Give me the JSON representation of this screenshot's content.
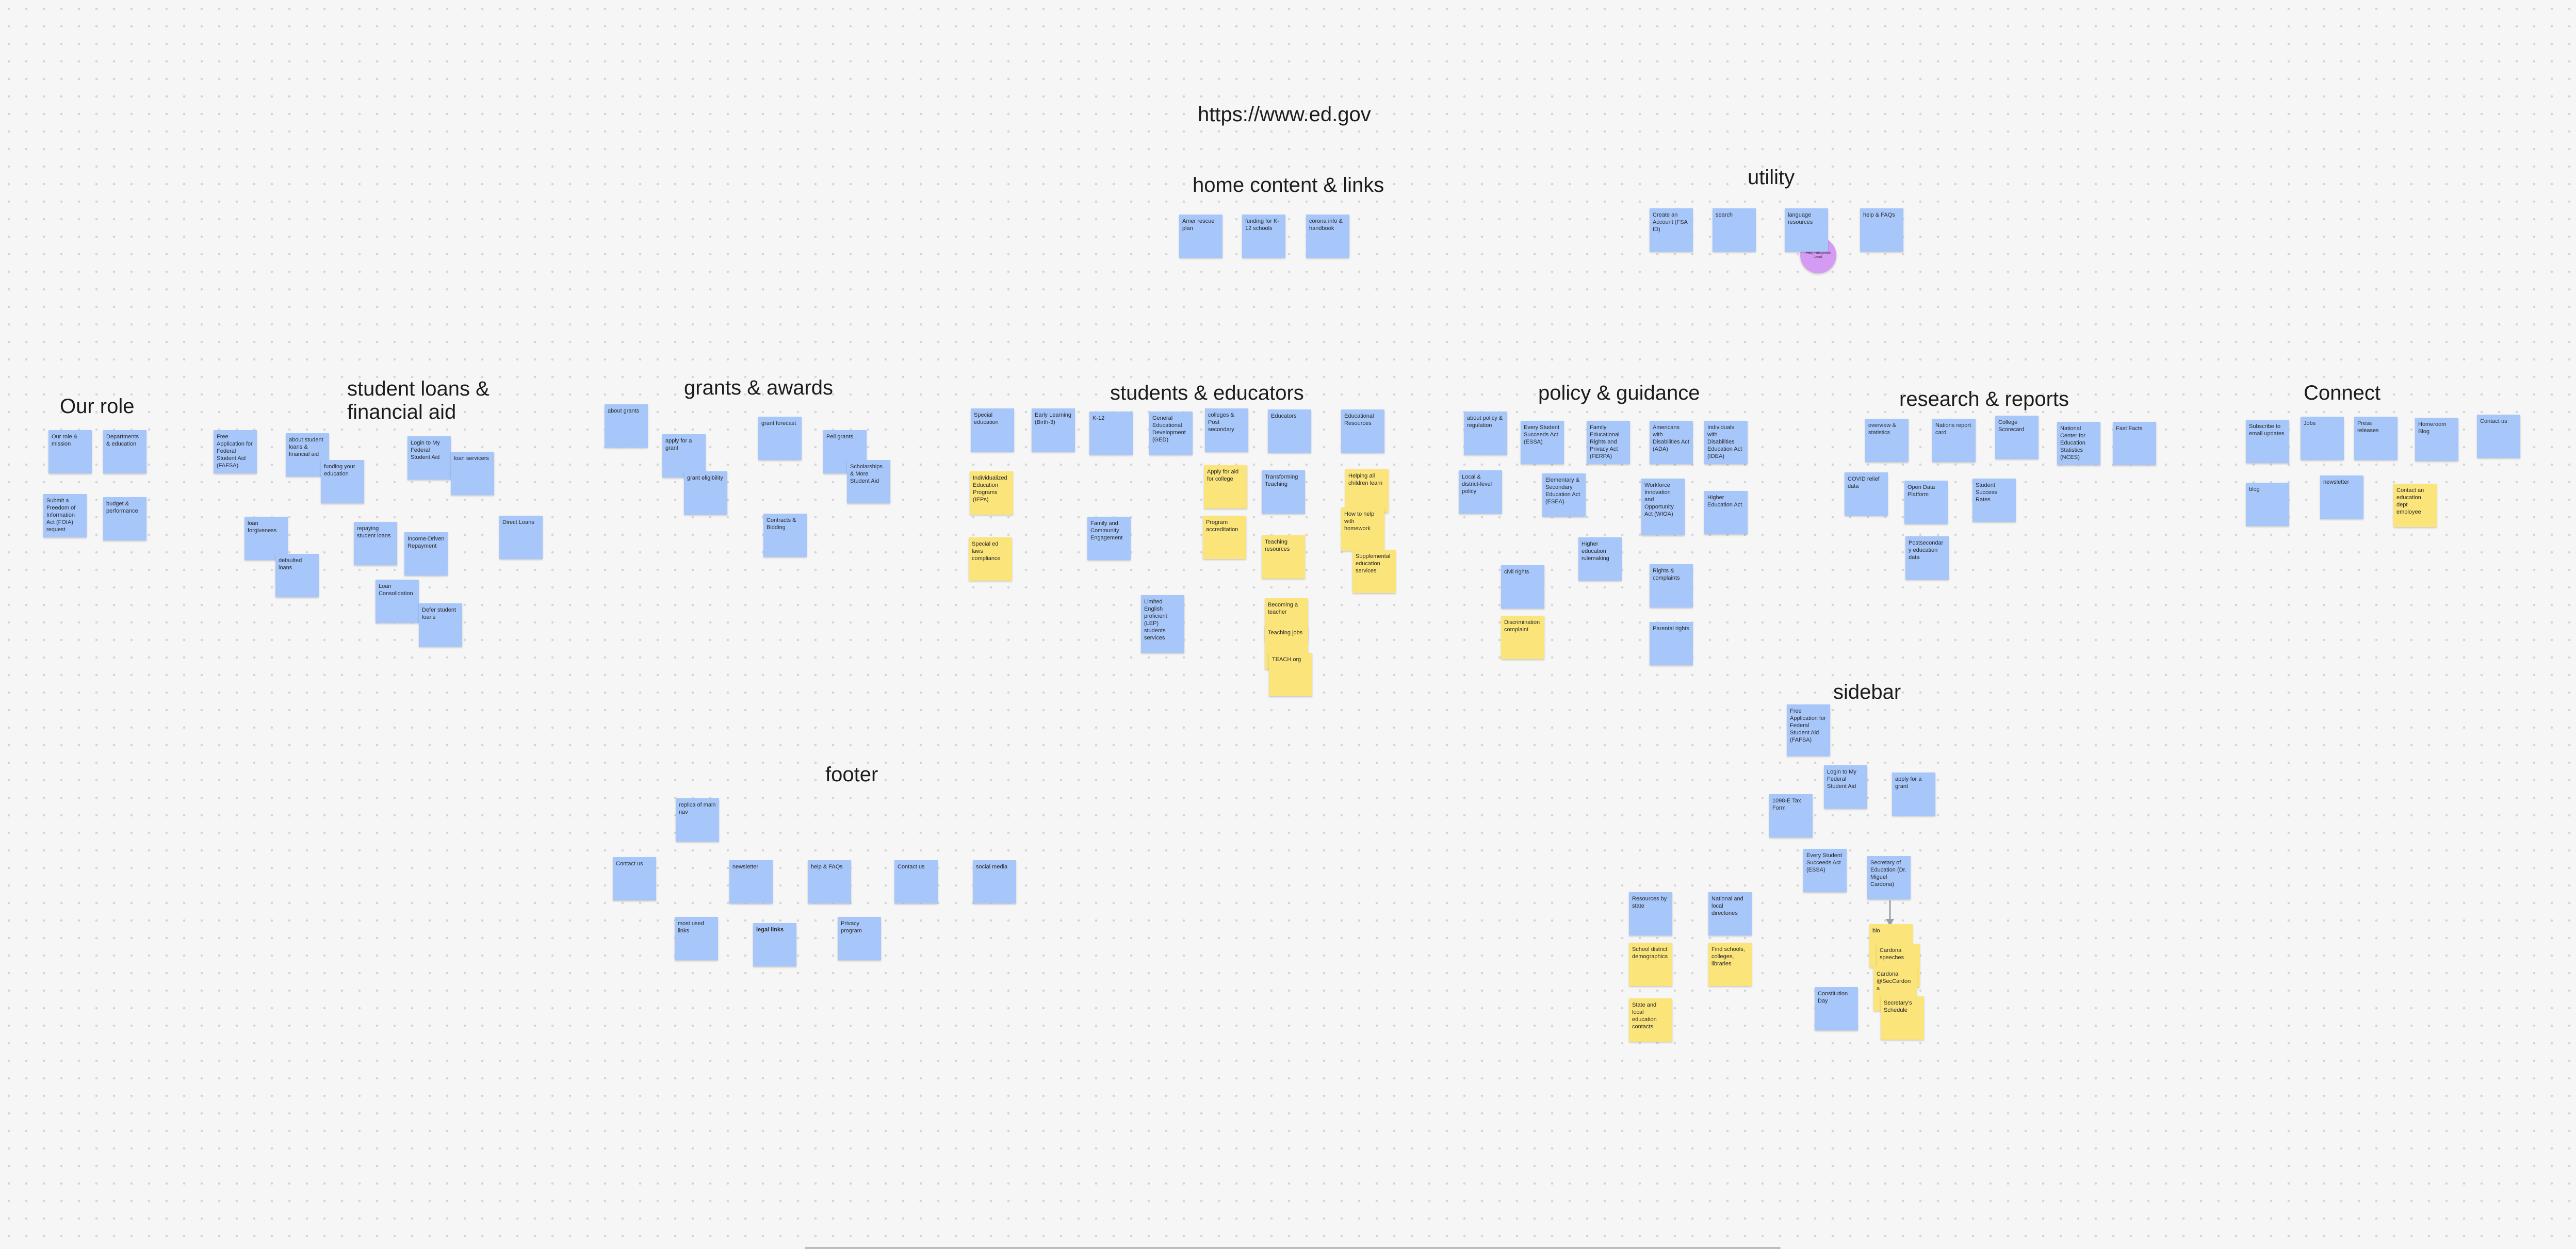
{
  "board": {
    "url_title": "https://www.ed.gov",
    "sections": {
      "home": "home content & links",
      "utility": "utility",
      "our_role": "Our role",
      "student_loans": [
        "student loans &",
        "financial aid"
      ],
      "grants": "grants & awards",
      "students_educators": "students & educators",
      "policy": "policy & guidance",
      "research": "research & reports",
      "connect": "Connect",
      "sidebar": "sidebar",
      "footer": "footer"
    },
    "sticker_text": "Help Response Lead",
    "notes": [
      {
        "id": "h1",
        "c": "blue",
        "t": "Amer rescue plan"
      },
      {
        "id": "h2",
        "c": "blue",
        "t": "funding for K-12 schools"
      },
      {
        "id": "h3",
        "c": "blue",
        "t": "corona info & handbook"
      },
      {
        "id": "u1",
        "c": "blue",
        "t": "Create an Account (FSA ID)"
      },
      {
        "id": "u2",
        "c": "blue",
        "t": "search"
      },
      {
        "id": "u3",
        "c": "blue",
        "t": "language resources"
      },
      {
        "id": "u4",
        "c": "blue",
        "t": "help & FAQs"
      },
      {
        "id": "r1",
        "c": "blue",
        "t": "Our role & mission"
      },
      {
        "id": "r2",
        "c": "blue",
        "t": "Departments & education"
      },
      {
        "id": "r3",
        "c": "blue",
        "t": "Submit a Freedom of Information Act (FOIA) request"
      },
      {
        "id": "r4",
        "c": "blue",
        "t": "budget & performance"
      },
      {
        "id": "l1",
        "c": "blue",
        "t": "Free Application for Federal Student Aid (FAFSA)"
      },
      {
        "id": "l2",
        "c": "blue",
        "t": "about student loans & financial aid"
      },
      {
        "id": "l3",
        "c": "blue",
        "t": "funding your education"
      },
      {
        "id": "l4",
        "c": "blue",
        "t": "Login to My Federal Student Aid"
      },
      {
        "id": "l5",
        "c": "blue",
        "t": "loan servicers"
      },
      {
        "id": "l6",
        "c": "blue",
        "t": "loan forgiveness"
      },
      {
        "id": "l7",
        "c": "blue",
        "t": "repaying student loans"
      },
      {
        "id": "l8",
        "c": "blue",
        "t": "Income-Driven Repayment"
      },
      {
        "id": "l9",
        "c": "blue",
        "t": "Direct Loans"
      },
      {
        "id": "l10",
        "c": "blue",
        "t": "defaulted loans"
      },
      {
        "id": "l11",
        "c": "blue",
        "t": "Loan Consolidation"
      },
      {
        "id": "l12",
        "c": "blue",
        "t": "Defer student loans"
      },
      {
        "id": "g1",
        "c": "blue",
        "t": "about grants"
      },
      {
        "id": "g2",
        "c": "blue",
        "t": "apply for a grant"
      },
      {
        "id": "g3",
        "c": "blue",
        "t": "grant forecast"
      },
      {
        "id": "g4",
        "c": "blue",
        "t": "Pell grants"
      },
      {
        "id": "g5",
        "c": "blue",
        "t": "grant eligibility"
      },
      {
        "id": "g6",
        "c": "blue",
        "t": "Scholarships & More Student Aid"
      },
      {
        "id": "g7",
        "c": "blue",
        "t": "Contracts & Bidding"
      },
      {
        "id": "s1",
        "c": "blue",
        "t": "Special education"
      },
      {
        "id": "s2",
        "c": "blue",
        "t": "Early Learning (Birth-3)"
      },
      {
        "id": "s3",
        "c": "blue",
        "t": "K-12"
      },
      {
        "id": "s4",
        "c": "blue",
        "t": "General Educational Development (GED)"
      },
      {
        "id": "s5",
        "c": "blue",
        "t": "colleges & Post secondary"
      },
      {
        "id": "s6",
        "c": "blue",
        "t": "Educators"
      },
      {
        "id": "s7",
        "c": "blue",
        "t": "Educational Resources"
      },
      {
        "id": "s8",
        "c": "yellow",
        "t": "Individualized Education Programs (IEPs)"
      },
      {
        "id": "s9",
        "c": "yellow",
        "t": "Apply for aid for college"
      },
      {
        "id": "s10",
        "c": "blue",
        "t": "Transforming Teaching"
      },
      {
        "id": "s11",
        "c": "yellow",
        "t": "Helping all children learn"
      },
      {
        "id": "s12",
        "c": "yellow",
        "t": "How to help with homework"
      },
      {
        "id": "s13",
        "c": "yellow",
        "t": "Special ed laws compliance"
      },
      {
        "id": "s14",
        "c": "blue",
        "t": "Family and Community Engagement"
      },
      {
        "id": "s15",
        "c": "yellow",
        "t": "Program accreditation"
      },
      {
        "id": "s16",
        "c": "yellow",
        "t": "Teaching resources"
      },
      {
        "id": "s17",
        "c": "yellow",
        "t": "Supplemental education services"
      },
      {
        "id": "s18",
        "c": "blue",
        "t": "Limited English proficient (LEP) students services"
      },
      {
        "id": "s19",
        "c": "yellow",
        "t": "Becoming a teacher"
      },
      {
        "id": "s20",
        "c": "yellow",
        "t": "Teaching jobs"
      },
      {
        "id": "s21",
        "c": "yellow",
        "t": "TEACH.org"
      },
      {
        "id": "p1",
        "c": "blue",
        "t": "about policy & regulation"
      },
      {
        "id": "p2",
        "c": "blue",
        "t": "Every Student Succeeds Act (ESSA)"
      },
      {
        "id": "p3",
        "c": "blue",
        "t": "Family Educational Rights and Privacy Act (FERPA)"
      },
      {
        "id": "p4",
        "c": "blue",
        "t": "Americans with Disabilities Act (ADA)"
      },
      {
        "id": "p5",
        "c": "blue",
        "t": "Individuals with Disabilities Education Act (IDEA)"
      },
      {
        "id": "p6",
        "c": "blue",
        "t": "Local & district-level policy"
      },
      {
        "id": "p7",
        "c": "blue",
        "t": "Elementary & Secondary Education Act (ESEA)"
      },
      {
        "id": "p8",
        "c": "blue",
        "t": "Workforce Innovation and Opportunity Act (WIOA)"
      },
      {
        "id": "p9",
        "c": "blue",
        "t": "Higher Education Act"
      },
      {
        "id": "p10",
        "c": "blue",
        "t": "Higher education rulemaking"
      },
      {
        "id": "p11",
        "c": "blue",
        "t": "civil rights"
      },
      {
        "id": "p12",
        "c": "blue",
        "t": "Rights & complaints"
      },
      {
        "id": "p13",
        "c": "yellow",
        "t": "Discrimination complaint"
      },
      {
        "id": "p14",
        "c": "blue",
        "t": "Parental rights"
      },
      {
        "id": "rr1",
        "c": "blue",
        "t": "overview & statistics"
      },
      {
        "id": "rr2",
        "c": "blue",
        "t": "Nations report card"
      },
      {
        "id": "rr3",
        "c": "blue",
        "t": "College Scorecard"
      },
      {
        "id": "rr4",
        "c": "blue",
        "t": "National Center for Education Statistics (NCES)"
      },
      {
        "id": "rr5",
        "c": "blue",
        "t": "Fast Facts"
      },
      {
        "id": "rr6",
        "c": "blue",
        "t": "COVID relief data"
      },
      {
        "id": "rr7",
        "c": "blue",
        "t": "Open Data Platform"
      },
      {
        "id": "rr8",
        "c": "blue",
        "t": "Student Success Rates"
      },
      {
        "id": "rr9",
        "c": "blue",
        "t": "Postsecondary education data"
      },
      {
        "id": "c1",
        "c": "blue",
        "t": "Subscribe to email updates"
      },
      {
        "id": "c2",
        "c": "blue",
        "t": "Jobs"
      },
      {
        "id": "c3",
        "c": "blue",
        "t": "Press releases"
      },
      {
        "id": "c4",
        "c": "blue",
        "t": "Homeroom Blog"
      },
      {
        "id": "c5",
        "c": "blue",
        "t": "Contact us"
      },
      {
        "id": "c6",
        "c": "blue",
        "t": "blog"
      },
      {
        "id": "c7",
        "c": "blue",
        "t": "newsletter"
      },
      {
        "id": "c8",
        "c": "yellow",
        "t": "Contact an education dept employee"
      },
      {
        "id": "sb1",
        "c": "blue",
        "t": "Free Application for Federal Student Aid (FAFSA)"
      },
      {
        "id": "sb2",
        "c": "blue",
        "t": "Login to My Federal Student Aid"
      },
      {
        "id": "sb3",
        "c": "blue",
        "t": "apply for a grant"
      },
      {
        "id": "sb4",
        "c": "blue",
        "t": "1098-E Tax Form"
      },
      {
        "id": "sb5",
        "c": "blue",
        "t": "Every Student Succeeds Act (ESSA)"
      },
      {
        "id": "sb6",
        "c": "blue",
        "t": "Secretary of Education (Dr. Miguel Cardona)"
      },
      {
        "id": "sb7",
        "c": "blue",
        "t": "Resources by state"
      },
      {
        "id": "sb8",
        "c": "blue",
        "t": "National and local directories"
      },
      {
        "id": "sb9",
        "c": "yellow",
        "t": "bio"
      },
      {
        "id": "sb10",
        "c": "yellow",
        "t": "Cardona speeches"
      },
      {
        "id": "sb11",
        "c": "yellow",
        "t": "School district demographics"
      },
      {
        "id": "sb12",
        "c": "yellow",
        "t": "Find schools, colleges, libraries"
      },
      {
        "id": "sb13",
        "c": "yellow",
        "t": "Cardona @SecCardona"
      },
      {
        "id": "sb14",
        "c": "blue",
        "t": "Constitution Day"
      },
      {
        "id": "sb15",
        "c": "yellow",
        "t": "Secretary's Schedule"
      },
      {
        "id": "sb16",
        "c": "yellow",
        "t": "State and local education contacts"
      },
      {
        "id": "f1",
        "c": "blue",
        "t": "replica of main nav"
      },
      {
        "id": "f2",
        "c": "blue",
        "t": "Contact us"
      },
      {
        "id": "f3",
        "c": "blue",
        "t": "newsletter"
      },
      {
        "id": "f4",
        "c": "blue",
        "t": "help & FAQs"
      },
      {
        "id": "f5",
        "c": "blue",
        "t": "Contact us"
      },
      {
        "id": "f6",
        "c": "blue",
        "t": "social media"
      },
      {
        "id": "f7",
        "c": "blue",
        "t": "most used links"
      },
      {
        "id": "f8",
        "c": "blue",
        "t": "legal links",
        "bold": true
      },
      {
        "id": "f9",
        "c": "blue",
        "t": "Privacy program"
      }
    ]
  },
  "colors": {
    "note_blue": "#a7c6f9",
    "note_yellow": "#fbe47a",
    "sticker_purple": "#d59af2",
    "background": "#f6f6f6"
  }
}
